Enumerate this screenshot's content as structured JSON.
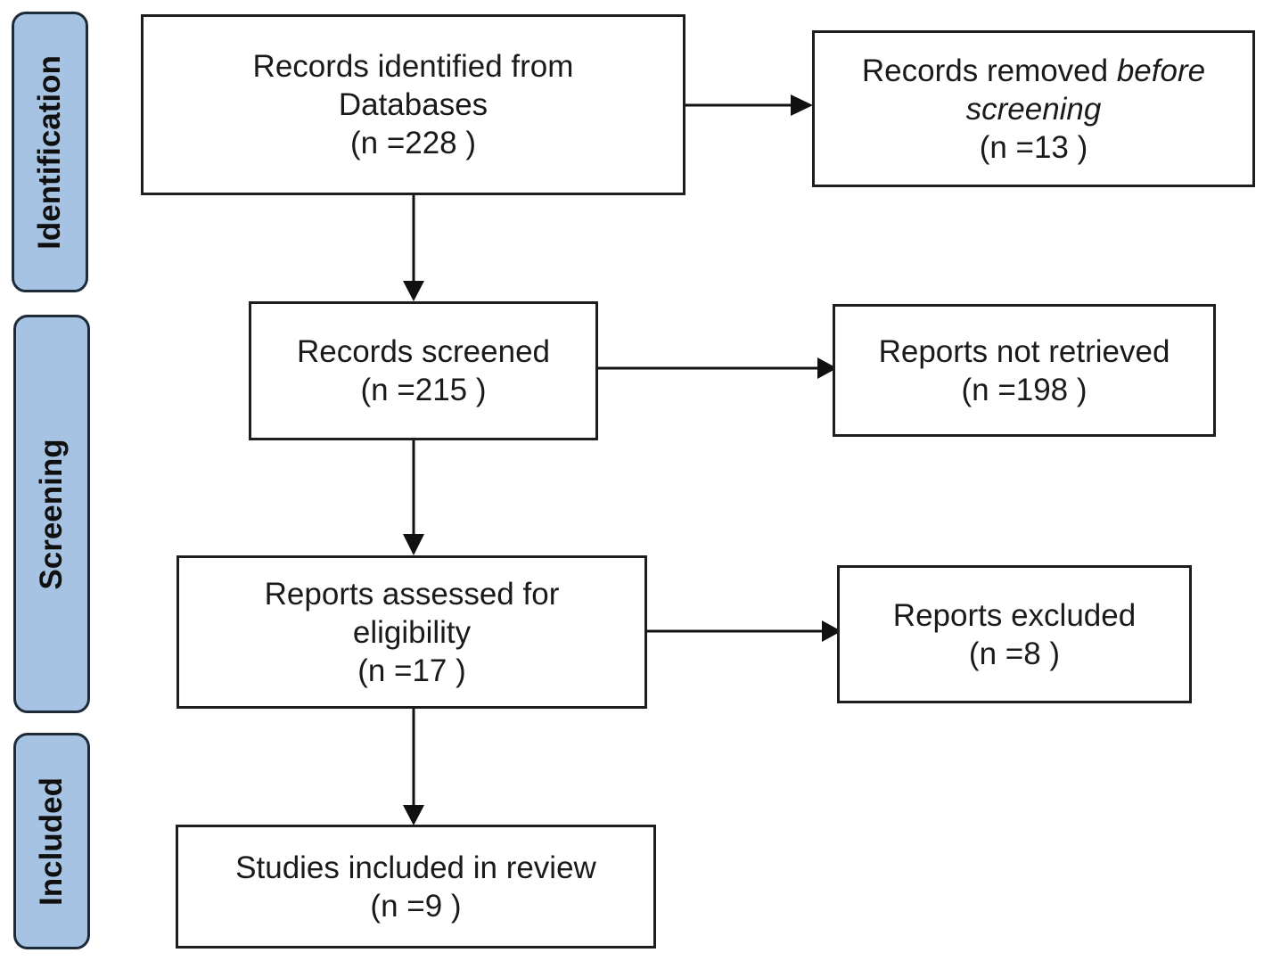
{
  "phases": {
    "identification": "Identification",
    "screening": "Screening",
    "included": "Included"
  },
  "boxes": {
    "identified": {
      "line1": "Records identified from",
      "line2": "Databases",
      "count": "(n =228 )"
    },
    "removed": {
      "line1_prefix": "Records removed ",
      "line1_italic": "before",
      "line2_italic": "screening",
      "count": "(n =13 )"
    },
    "screened": {
      "line1": "Records screened",
      "count": "(n =215 )"
    },
    "not_retrieved": {
      "line1": "Reports not retrieved",
      "count": "(n =198 )"
    },
    "assessed": {
      "line1": "Reports assessed for",
      "line2": "eligibility",
      "count": "(n =17 )"
    },
    "excluded": {
      "line1": "Reports excluded",
      "count": "(n =8 )"
    },
    "included": {
      "line1": "Studies included in review",
      "count": "(n =9 )"
    }
  },
  "colors": {
    "phase_fill": "#a7c3e3",
    "phase_border": "#1d2a38",
    "line": "#111111"
  }
}
